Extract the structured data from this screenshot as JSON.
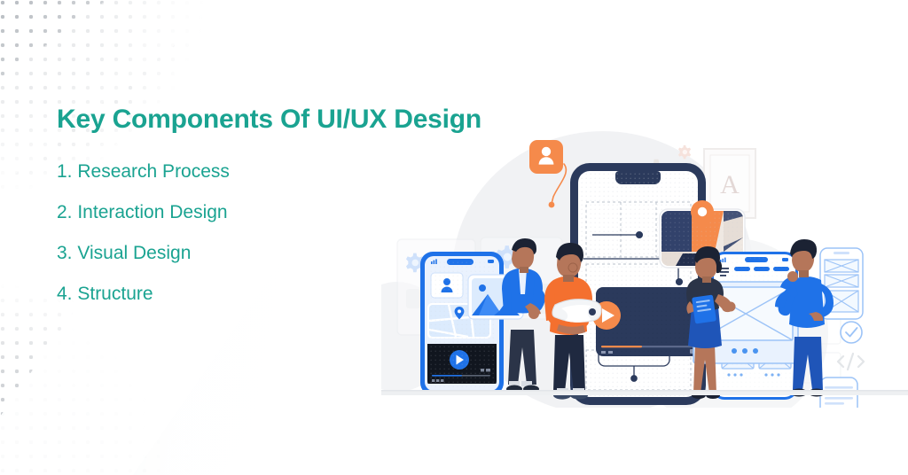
{
  "page": {
    "headline": "Key Components Of UI/UX Design",
    "background_color": "#ffffff",
    "accent_color": "#1aa391",
    "illustration_colors": {
      "navy": "#2b3a5c",
      "orange": "#f58a4b",
      "blue": "#1f72e8",
      "light_blue": "#bcd8fb",
      "grey": "#eceef0",
      "skin": "#b5765a"
    }
  },
  "list": {
    "items": [
      {
        "number": "1.",
        "label": "Research Process",
        "text": "1. Research Process"
      },
      {
        "number": "2.",
        "label": "Interaction Design",
        "text": "2. Interaction Design"
      },
      {
        "number": "3.",
        "label": "Visual Design",
        "text": "3. Visual Design"
      },
      {
        "number": "4.",
        "label": "Structure",
        "text": "4. Structure"
      }
    ]
  },
  "illustration": {
    "alt": "UI/UX design team working with mobile app screens and wireframes",
    "poster_letter": "A",
    "elements": [
      "user-avatar-badge",
      "gear-icon",
      "map-pin-card",
      "typography-poster",
      "central-phone",
      "video-player-card",
      "left-phone-map",
      "wireframe-phone",
      "checkmark-icon",
      "code-tag-icon",
      "person-blue-jacket",
      "person-orange-shirt",
      "person-blue-dress",
      "person-blue-shirt"
    ]
  }
}
